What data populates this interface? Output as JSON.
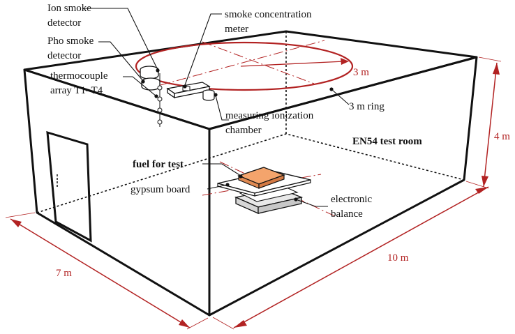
{
  "labels": {
    "ion_smoke_detector": [
      "Ion smoke",
      "detector"
    ],
    "pho_smoke_detector": [
      "Pho smoke",
      "detector"
    ],
    "thermocouple_array": [
      "thermocouple",
      "array T1–T4"
    ],
    "smoke_concentration_meter": [
      "smoke concentration",
      "meter"
    ],
    "ring_radius": "3 m",
    "ring": "3 m ring",
    "measuring_ionization_chamber": [
      "measuring ionization",
      "chamber"
    ],
    "test_room": "EN54 test room",
    "fuel_for_test": "fuel for test",
    "gypsum_board": "gypsum board",
    "electronic_balance": [
      "electronic",
      "balance"
    ]
  },
  "dimensions": {
    "height": "4 m",
    "length": "10 m",
    "width": "7 m"
  },
  "colors": {
    "dimension_red": "#b22222",
    "fuel_orange": "#f4a46c",
    "outline": "#111111"
  }
}
